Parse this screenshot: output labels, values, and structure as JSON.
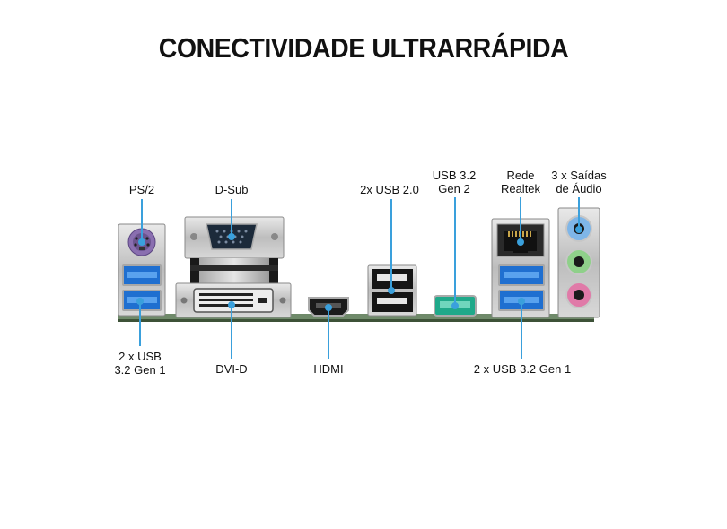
{
  "title": "CONECTIVIDADE ULTRARRÁPIDA",
  "colors": {
    "leader": "#3aa0dc",
    "usb3": "#2f7fd6",
    "usb32gen2": "#1fa98a",
    "audio_blue": "#7fb6e8",
    "audio_green": "#8fd08a",
    "audio_pink": "#e07aa8",
    "ps2": "#8a6fb0"
  },
  "labels_top": {
    "ps2": "PS/2",
    "dsub": "D-Sub",
    "usb20": "2x USB 2.0",
    "usb32gen2_l1": "USB 3.2",
    "usb32gen2_l2": "Gen 2",
    "rede_l1": "Rede",
    "rede_l2": "Realtek",
    "audio_l1": "3 x Saídas",
    "audio_l2": "de Áudio"
  },
  "labels_bottom": {
    "usb32gen1_left_l1": "2 x USB",
    "usb32gen1_left_l2": "3.2 Gen 1",
    "dvid": "DVI-D",
    "hdmi": "HDMI",
    "usb32gen1_right": "2 x USB 3.2 Gen 1"
  }
}
